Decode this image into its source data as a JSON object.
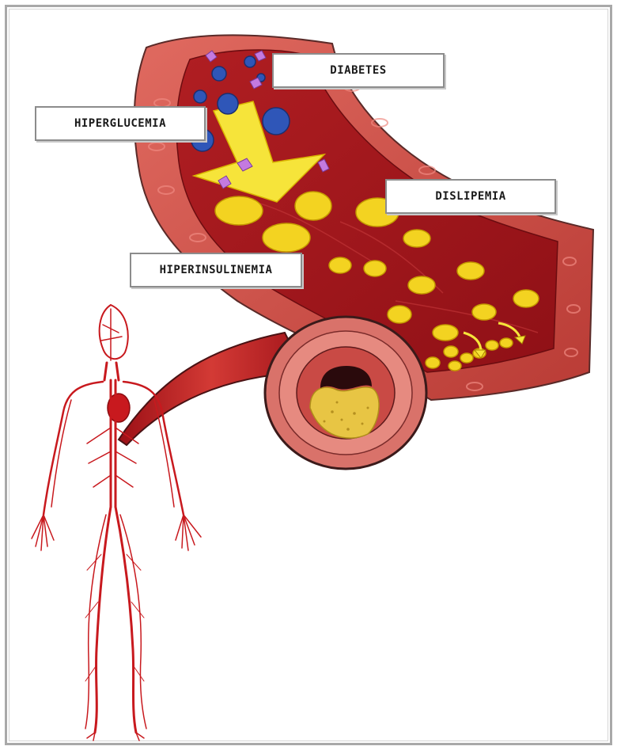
{
  "labels": {
    "diabetes": "DIABETES",
    "hiperglucemia": "HIPERGLUCEMIA",
    "dislipemia": "DISLIPEMIA",
    "hiperinsulinemia": "HIPERINSULINEMIA"
  },
  "colors": {
    "vessel_wall": "#c9483f",
    "vessel_inner": "#a4171c",
    "lipid": "#f3d321",
    "glucose": "#2f56b8",
    "insulin": "#c47ae0",
    "arrow": "#f6e43a",
    "plaque": "#e8c544",
    "frame": "#a9a9a9"
  },
  "icons": {
    "arrow": "arrow-icon",
    "human_figure": "circulatory-system-figure"
  }
}
